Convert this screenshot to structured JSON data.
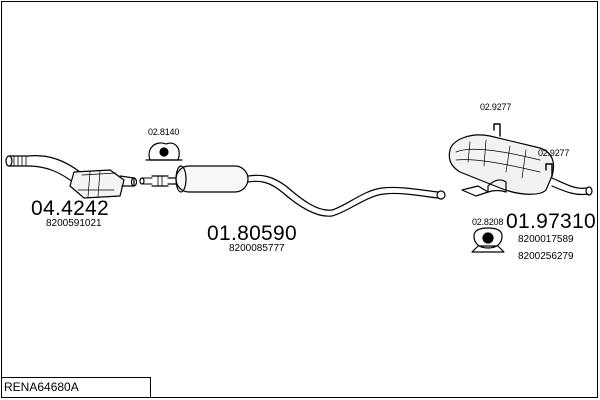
{
  "diagram": {
    "title": "RENA64680A",
    "parts": [
      {
        "number": "04.4242",
        "refs": [
          "8200591021"
        ]
      },
      {
        "number": "01.80590",
        "refs": [
          "8200085777"
        ]
      },
      {
        "number": "01.97310",
        "refs": [
          "8200017589",
          "8200256279"
        ]
      }
    ],
    "fittings": [
      "02.8140",
      "02.9277",
      "02.9277",
      "02.8208"
    ]
  }
}
